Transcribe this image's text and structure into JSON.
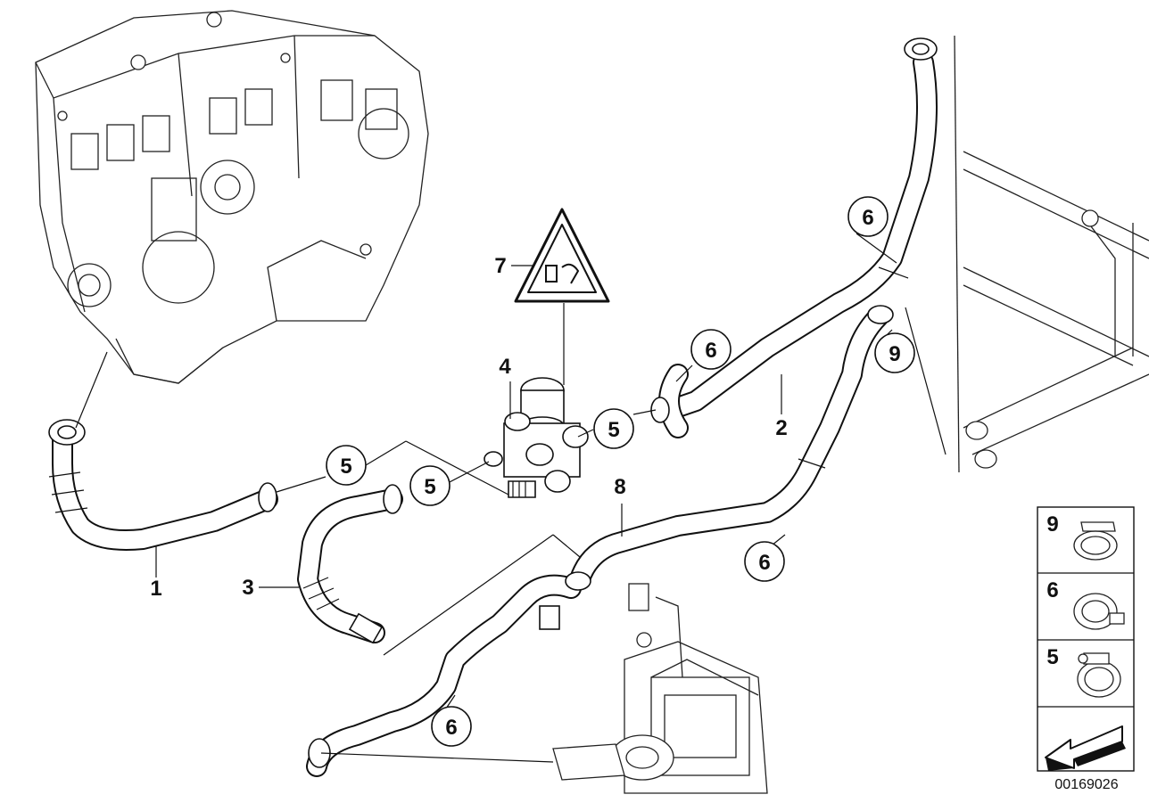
{
  "callouts": {
    "c1": "1",
    "c2": "2",
    "c3": "3",
    "c4": "4",
    "c5a": "5",
    "c5b": "5",
    "c5c": "5",
    "c6a": "6",
    "c6b": "6",
    "c6c": "6",
    "c6d": "6",
    "c7": "7",
    "c8": "8",
    "c9": "9"
  },
  "legend": {
    "item_9": "9",
    "item_6": "6",
    "item_5": "5"
  },
  "document_number": "00169026",
  "icons": {
    "warning": "warning-triangle-icon",
    "direction": "direction-arrow-icon"
  }
}
